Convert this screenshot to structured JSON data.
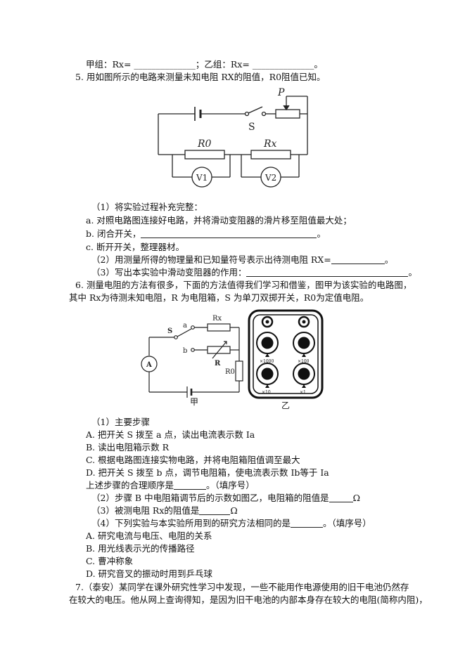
{
  "q4_tail": {
    "line": "甲组：Rx= ______________；乙组：Rx= ______________。"
  },
  "q5": {
    "stem": "5. 用如图所示的电路来测量未知电阻 RX的阻值，R0阻值已知。",
    "fig": {
      "p": "P",
      "s": "S",
      "r0": "R0",
      "rx": "Rx",
      "v1": "V1",
      "v2": "V2"
    },
    "sub1": "（1）将实验过程补充完整：",
    "a": "a. 对照电路图连接好电路，并将滑动变阻器的滑片移至阻值最大处；",
    "b_prefix": "b. 闭合开关，",
    "b_suffix": "。",
    "c": "c. 断开开关，整理器材。",
    "sub2_prefix": "（2）用测量所得的物理量和已知量符号表示出待测电阻 RX=",
    "sub2_suffix": "。",
    "sub3_prefix": "（3）写出本实验中滑动变阻器的作用：",
    "sub3_suffix": "。"
  },
  "q6": {
    "stem1": "6. 测量电阻的方法有很多，下面的方法值得我们学习和借鉴，图甲为该实验的电路图，",
    "stem2": "其中 Rx为待测未知电阻，R 为电阻箱，S 为单刀双掷开关，R0为定值电阻。",
    "fig": {
      "a": "a",
      "b": "b",
      "s": "S",
      "rx": "Rx",
      "r": "R",
      "r0": "R0",
      "ammeter": "A",
      "caption_jia": "甲",
      "caption_yi": "乙",
      "dials": [
        "×1000",
        "×100",
        "×10",
        "×1"
      ]
    },
    "sub1": "（1）主要步骤",
    "stepA": "A. 把开关 S 拨至 a 点，读出电流表示数 Ia",
    "stepB": "B. 读出电阻箱示数 R",
    "stepC": "C. 根据电路图连接实物电路，并将电阻箱阻值调至最大",
    "stepD": "D. 把开关 S 拨至 b 点，调节电阻箱，使电流表示数 Ib等于 Ia",
    "order_prefix": "上述步骤的合理顺序是",
    "order_suffix": "。（填序号）",
    "sub2_prefix": "（2）步骤 B 中电阻箱调节后的示数如图乙，电阻箱的阻值是",
    "sub2_suffix": "Ω",
    "sub3_prefix": "（3）被测电阻 Rx的阻值是",
    "sub3_suffix": "Ω",
    "sub4_prefix": "（4）下列实验与本实验所用到的研究方法相同的是",
    "sub4_suffix": "。（填序号）",
    "optA": "A. 研究电流与电压、电阻的关系",
    "optB": "B. 用光线表示光的传播路径",
    "optC": "C. 曹冲称象",
    "optD": "D. 研究音叉的振动时用到乒乓球"
  },
  "q7": {
    "line1": "7.（泰安）某同学在课外研究性学习中发现，一些不能用作电源使用的旧干电池仍然存",
    "line2": "在较大的电压。他从网上查询得知，是因为旧干电池的内部本身存在较大的电阻(简称内阻)，"
  }
}
